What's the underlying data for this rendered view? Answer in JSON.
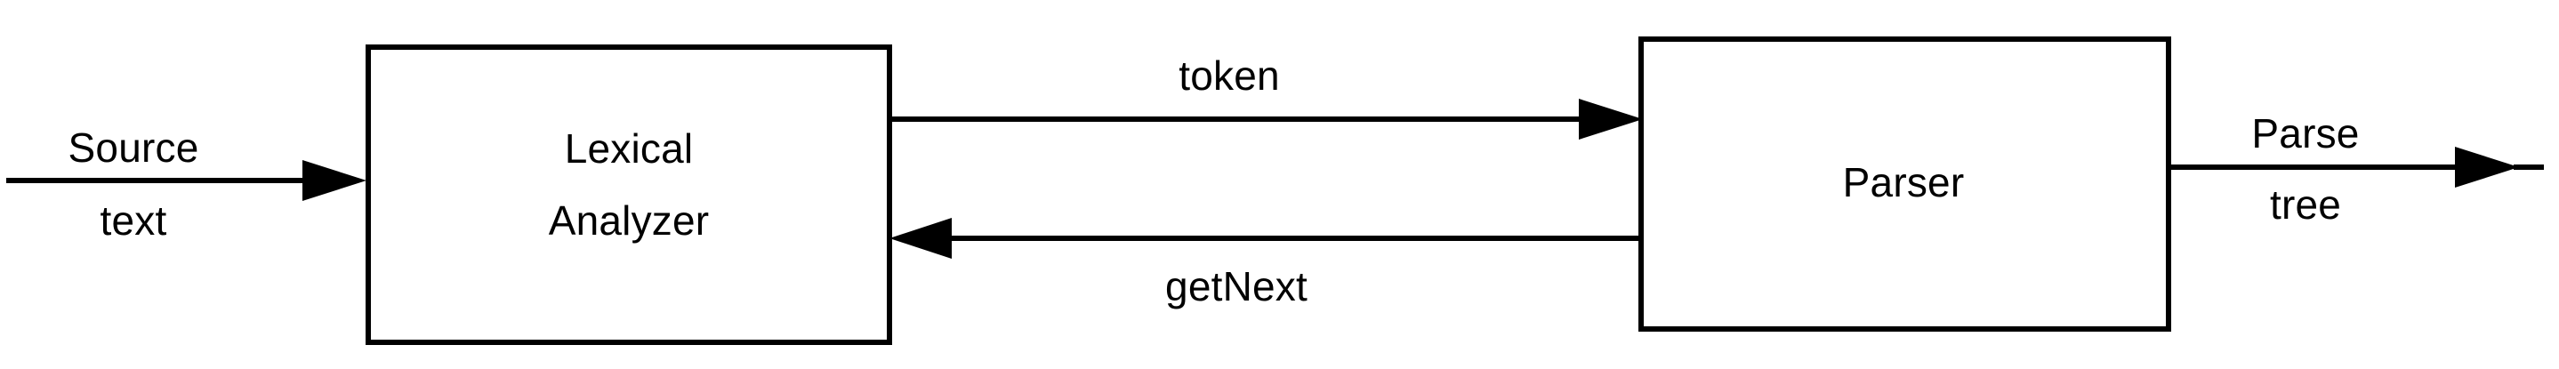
{
  "diagram": {
    "title": "Lexical Analyzer and Parser interaction",
    "type": "block-flow-diagram",
    "background_color": "#ffffff",
    "stroke_color": "#000000",
    "text_color": "#000000",
    "nodes": [
      {
        "id": "lexical-analyzer",
        "label_line1": "Lexical",
        "label_line2": "Analyzer",
        "shape": "rectangle"
      },
      {
        "id": "parser",
        "label_line1": "Parser",
        "label_line2": "",
        "shape": "rectangle"
      }
    ],
    "edges": [
      {
        "id": "source-text",
        "label_line1": "Source",
        "label_line2": "text",
        "from": "",
        "to": "lexical-analyzer",
        "direction": "right"
      },
      {
        "id": "token",
        "label_line1": "token",
        "label_line2": "",
        "from": "lexical-analyzer",
        "to": "parser",
        "direction": "right"
      },
      {
        "id": "get-next",
        "label_line1": "getNext",
        "label_line2": "",
        "from": "parser",
        "to": "lexical-analyzer",
        "direction": "left"
      },
      {
        "id": "parse-tree",
        "label_line1": "Parse",
        "label_line2": "tree",
        "from": "parser",
        "to": "",
        "direction": "right"
      }
    ]
  }
}
